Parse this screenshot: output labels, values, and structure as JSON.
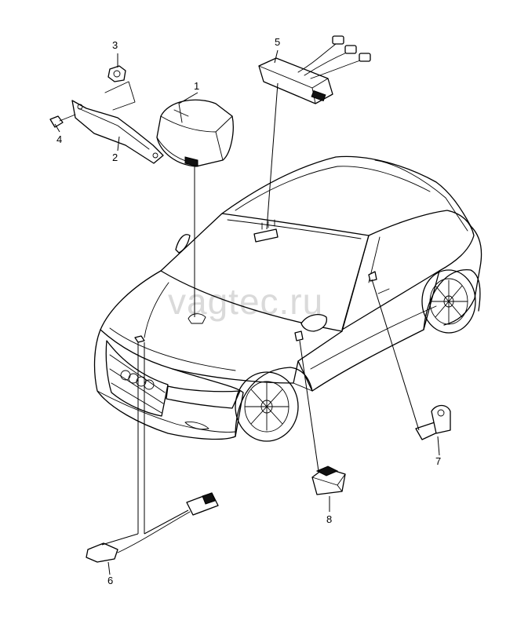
{
  "watermark": "vagtec.ru",
  "callouts": {
    "c1": "1",
    "c2": "2",
    "c3": "3",
    "c4": "4",
    "c5": "5",
    "c6": "6",
    "c7": "7",
    "c8": "8"
  }
}
